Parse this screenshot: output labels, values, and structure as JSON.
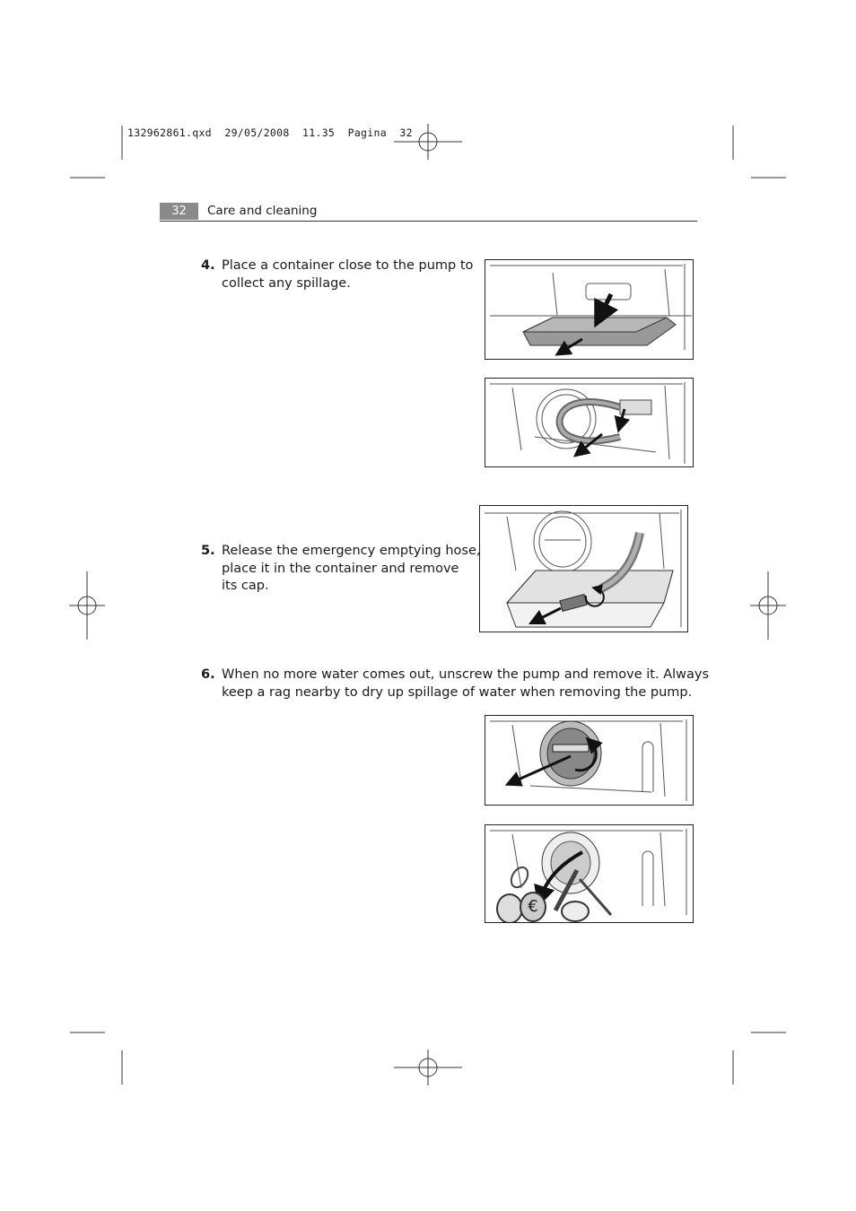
{
  "slug": "132962861.qxd  29/05/2008  11.35  Pagina  32",
  "header": {
    "page_number": "32",
    "section_title": "Care and cleaning"
  },
  "steps": [
    {
      "number": "4.",
      "text_lines": [
        "Place a container close to the pump to",
        "collect any spillage."
      ]
    },
    {
      "number": "5.",
      "text_lines": [
        "Release the emergency emptying hose,",
        "place it in the container and remove",
        "its cap."
      ]
    },
    {
      "number": "6.",
      "text_lines": [
        "When no more water comes out, unscrew the pump and remove it. Always",
        "keep a rag nearby to dry up spillage of water when removing the pump."
      ]
    }
  ],
  "figures": {
    "coin_symbol": "€"
  }
}
